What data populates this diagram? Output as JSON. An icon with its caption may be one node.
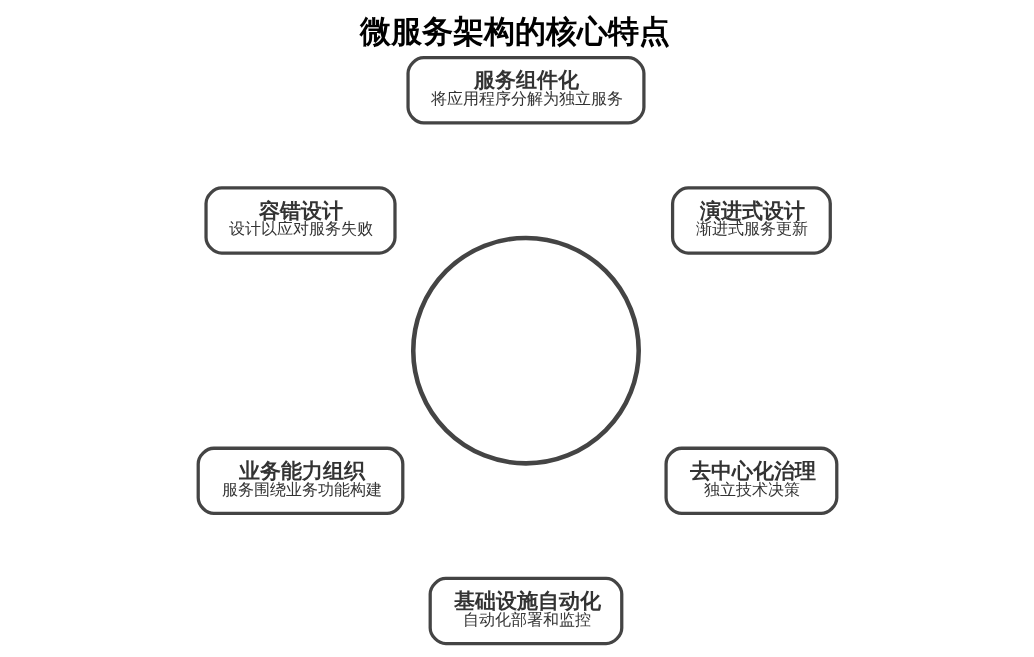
{
  "diagram": {
    "title": "微服务架构的核心特点",
    "nodes": [
      {
        "text": [],
        "shape": "circle"
      },
      {
        "text": [
          "演进式设计",
          "渐进式服务更新"
        ]
      },
      {
        "text": [
          "服务组件化",
          "将应用程序分解为独立服务"
        ]
      },
      {
        "text": [
          "容错设计",
          "设计以应对服务失败"
        ]
      },
      {
        "text": [
          "业务能力组织",
          "服务围绕业务功能构建"
        ]
      },
      {
        "text": [
          "基础设施自动化",
          "自动化部署和监控"
        ]
      },
      {
        "text": [
          "去中心化治理",
          "独立技术决策"
        ]
      }
    ]
  }
}
